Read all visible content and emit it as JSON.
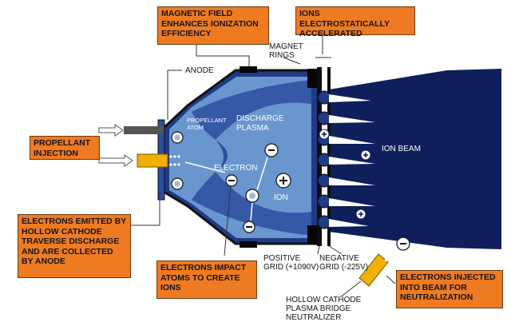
{
  "callouts": {
    "magnetic_field": "MAGNETIC FIELD ENHANCES IONIZATION EFFICIENCY",
    "ions_accelerated": "IONS ELECTROSTATICALLY ACCELERATED",
    "propellant_injection": "PROPELLANT INJECTION",
    "electrons_emitted": "ELECTRONS EMITTED BY HOLLOW CATHODE TRAVERSE DISCHARGE AND ARE COLLECTED BY ANODE",
    "electrons_impact": "ELECTRONS IMPACT ATOMS TO CREATE IONS",
    "electrons_injected": "ELECTRONS INJECTED INTO BEAM FOR NEUTRALIZATION"
  },
  "labels": {
    "magnet_rings": "MAGNET RINGS",
    "anode": "ANODE",
    "positive_grid": "POSITIVE GRID (+1090V)",
    "negative_grid": "NEGATIVE GRID (-225V)",
    "hollow_cathode": "HOLLOW CATHODE PLASMA BRIDGE NEUTRALIZER"
  },
  "inner_labels": {
    "discharge_plasma": "DISCHARGE PLASMA",
    "propellant_atom": "PROPELLANT ATOM",
    "electron": "ELECTRON",
    "ion": "ION",
    "ion_beam": "ION BEAM"
  },
  "colors": {
    "callout": "#ee7b22",
    "chamber_light": "#6a96cf",
    "chamber_dark": "#1f3a86",
    "beam": "#0f1f5c",
    "grid": "#0d0d0d"
  }
}
